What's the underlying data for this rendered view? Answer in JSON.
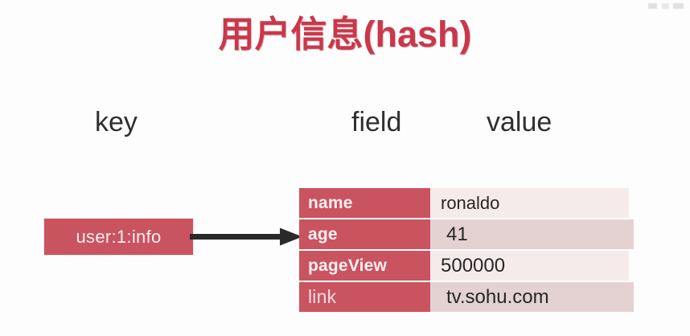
{
  "title": "用户信息(hash)",
  "captions": {
    "key": "key",
    "field": "field",
    "value": "value"
  },
  "key_box": {
    "label": "user:1:info",
    "background_color": "#c9545f",
    "text_color": "#fdeef0"
  },
  "arrow": {
    "name": "arrow-right",
    "color": "#2a2a2a"
  },
  "colors": {
    "title": "#c9384a",
    "field_cell": "#c9545f",
    "value_cell_light": "#f6ebeb",
    "value_cell_dark": "#e4d2d3",
    "page_background": "#fdfdfd",
    "caption_text": "#2f2f2f"
  },
  "table": {
    "rows": [
      {
        "field": "name",
        "value": "ronaldo"
      },
      {
        "field": "age",
        "value": "41"
      },
      {
        "field": "pageView",
        "value": "500000"
      },
      {
        "field": "link",
        "value": "tv.sohu.com"
      }
    ]
  }
}
